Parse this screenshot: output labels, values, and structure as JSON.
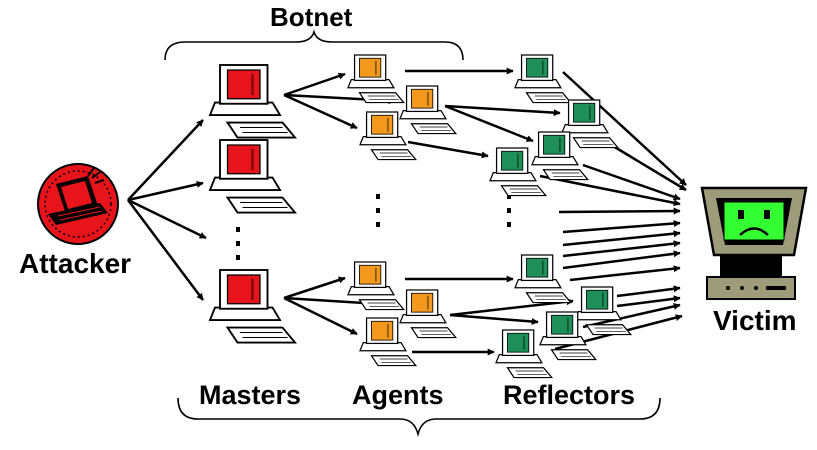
{
  "labels": {
    "botnet": "Botnet",
    "attacker": "Attacker",
    "victim": "Victim",
    "masters": "Masters",
    "agents": "Agents",
    "reflectors": "Reflectors"
  },
  "colors": {
    "master_screen": "#e8141b",
    "agent_screen": "#f39a1e",
    "reflector_screen": "#1f8f5a",
    "attacker_badge": "#e8141b",
    "victim_screen": "#33ff33",
    "victim_frame": "#9e9b7a"
  },
  "icons": {
    "attacker": "laptop-attacker-icon",
    "master": "desktop-computer-icon",
    "agent": "desktop-computer-icon",
    "reflector": "desktop-computer-icon",
    "victim": "sad-monitor-icon"
  }
}
